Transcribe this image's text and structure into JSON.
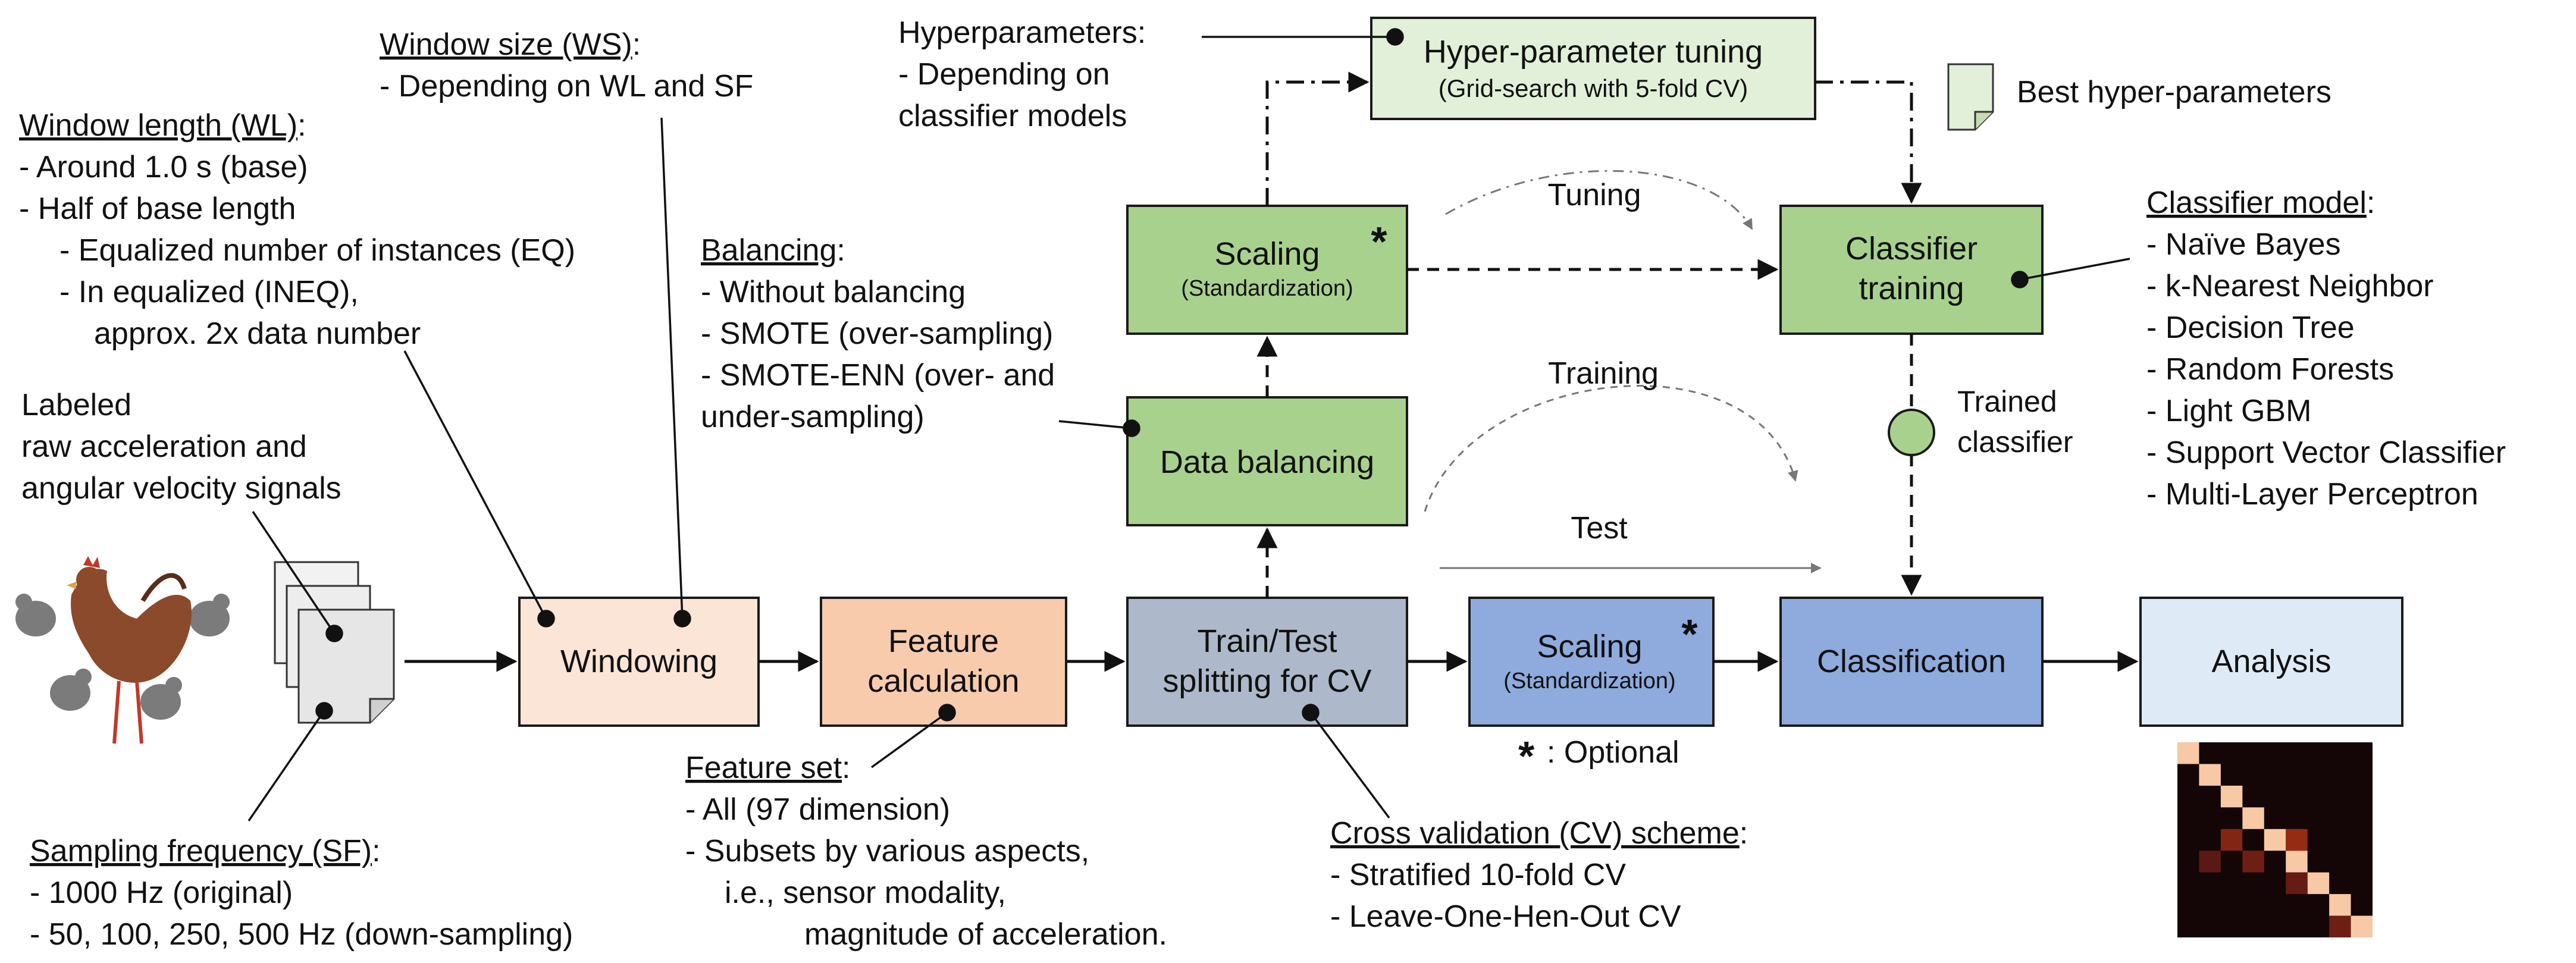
{
  "colors": {
    "windowing": "#fbe5d6",
    "feature": "#f8cbad",
    "split": "#adb9ca",
    "scaling_blue": "#8faadc",
    "classification": "#8faadc",
    "analysis": "#deebf7",
    "green": "#a9d18e",
    "hyper": "#e2f0d9",
    "node": "#a9d18e",
    "border": "#1a1a1a"
  },
  "boxes": {
    "windowing": "Windowing",
    "feature_line1": "Feature",
    "feature_line2": "calculation",
    "split_line1": "Train/Test",
    "split_line2": "splitting for CV",
    "scaling_test": "Scaling",
    "scaling_test_sub": "(Standardization)",
    "classification": "Classification",
    "analysis": "Analysis",
    "data_balancing": "Data balancing",
    "scaling_train": "Scaling",
    "scaling_train_sub": "(Standardization)",
    "classifier_training_line1": "Classifier",
    "classifier_training_line2": "training",
    "hyper_title": "Hyper-parameter tuning",
    "hyper_sub": "(Grid-search with 5-fold CV)"
  },
  "flow_labels": {
    "tuning": "Tuning",
    "training": "Training",
    "test": "Test",
    "trained_line1": "Trained",
    "trained_line2": "classifier",
    "best_hyper": "Best hyper-parameters",
    "star": "*",
    "optional": ": Optional"
  },
  "notes": {
    "window_size": {
      "title": "Window size (WS)",
      "colon": ":",
      "items": [
        "-   Depending on WL and SF"
      ]
    },
    "hyperparameters": {
      "title": "Hyperparameters:",
      "items": [
        "-   Depending on",
        "     classifier models"
      ]
    },
    "window_length": {
      "title": "Window length (WL)",
      "colon": ":",
      "items": [
        "-   Around 1.0 s (base)",
        "-   Half of base length",
        "-   Equalized number of instances (EQ)",
        "-   In equalized (INEQ),",
        "approx. 2x data number"
      ]
    },
    "balancing": {
      "title": "Balancing",
      "colon": ":",
      "items": [
        "-   Without balancing",
        "-   SMOTE (over-sampling)",
        "-   SMOTE-ENN (over- and",
        "     under-sampling)"
      ]
    },
    "labeled": [
      "Labeled",
      "raw acceleration and",
      "angular velocity signals"
    ],
    "classifier_model": {
      "title": "Classifier model",
      "colon": ":",
      "items": [
        "-   Naïve Bayes",
        "-   k-Nearest Neighbor",
        "-   Decision Tree",
        "-   Random Forests",
        "-   Light GBM",
        "-   Support Vector Classifier",
        "-   Multi-Layer Perceptron"
      ]
    },
    "sampling_frequency": {
      "title": "Sampling frequency (SF)",
      "colon": ":",
      "items": [
        "-   1000 Hz (original)",
        "-   50, 100, 250, 500 Hz (down-sampling)"
      ]
    },
    "feature_set": {
      "title": "Feature set",
      "colon": ":",
      "items": [
        "-   All (97 dimension)",
        "-   Subsets by various aspects,",
        "i.e., sensor modality,",
        "magnitude of acceleration."
      ]
    },
    "cv_scheme": {
      "title": "Cross validation (CV) scheme",
      "colon": ":",
      "items": [
        "-      Stratified 10-fold CV",
        "-      Leave-One-Hen-Out CV"
      ]
    }
  },
  "confusion_matrix": {
    "size": 9,
    "background": "#140606",
    "diagonal_color": "#f7c9a4",
    "offdiag": [
      {
        "r": 4,
        "c": 2,
        "level": 0.45
      },
      {
        "r": 5,
        "c": 1,
        "level": 0.25
      },
      {
        "r": 5,
        "c": 3,
        "level": 0.35
      },
      {
        "r": 4,
        "c": 5,
        "level": 0.55
      },
      {
        "r": 6,
        "c": 5,
        "level": 0.3
      },
      {
        "r": 8,
        "c": 7,
        "level": 0.35
      }
    ]
  }
}
